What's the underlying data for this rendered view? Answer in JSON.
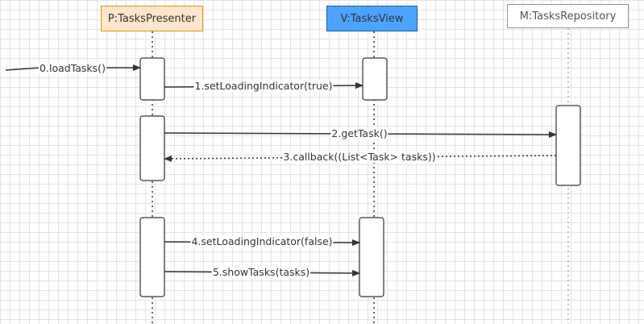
{
  "participants": {
    "presenter": {
      "label": "P:TasksPresenter",
      "fill": "#ffe6cc",
      "border": "#d79b00"
    },
    "view": {
      "label": "V:TasksView",
      "fill": "#4da3ff",
      "border": "#1b5fa8"
    },
    "repository": {
      "label": "M:TasksRepository",
      "fill": "#ffffff",
      "border": "#999999"
    }
  },
  "messages": [
    {
      "label": "0.loadTasks()",
      "style": "solid"
    },
    {
      "label": "1.setLoadingIndicator(true)",
      "style": "solid"
    },
    {
      "label": "2.getTask()",
      "style": "solid"
    },
    {
      "label": "3.callback((List<Task> tasks))",
      "style": "dashed"
    },
    {
      "label": "4.setLoadingIndicator(false)",
      "style": "solid"
    },
    {
      "label": "5.showTasks(tasks)",
      "style": "solid"
    }
  ]
}
